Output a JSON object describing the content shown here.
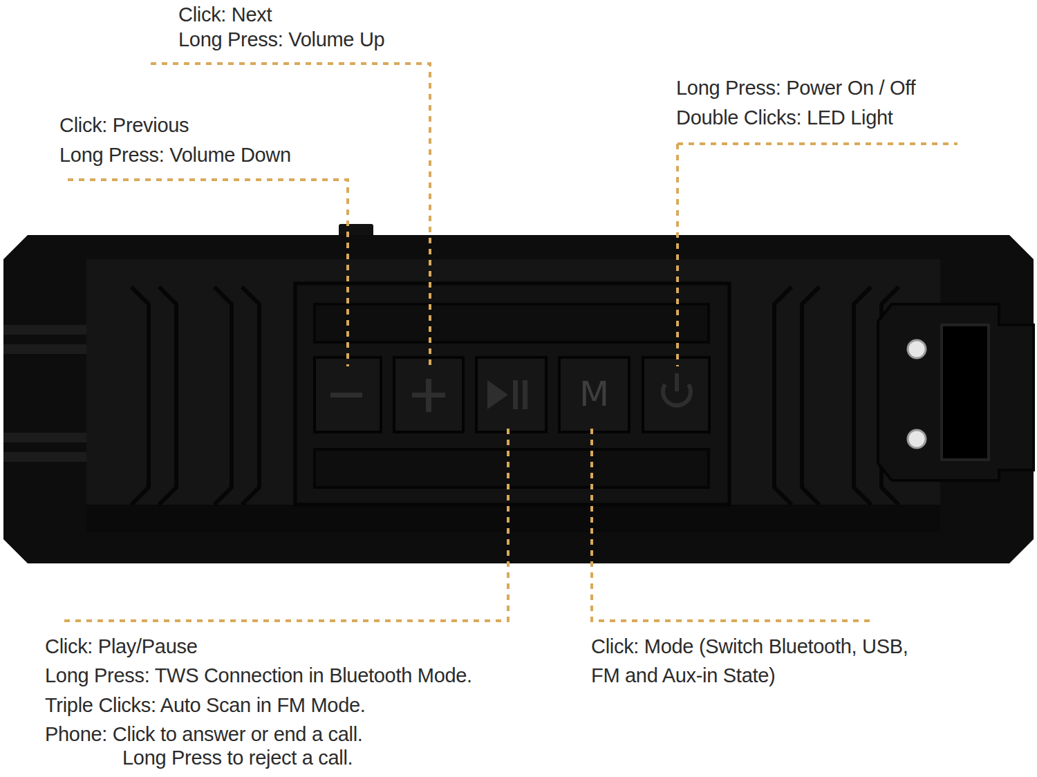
{
  "diagram": {
    "labels": [
      "Click: Next",
      "Long Press: Volume Up",
      "Click: Previous",
      "Long Press: Volume Down",
      "Long Press: Power On / Off",
      "Double Clicks: LED Light",
      "M",
      "Click: Play/Pause",
      "Long Press: TWS Connection in Bluetooth Mode.",
      "Triple Clicks: Auto Scan in FM Mode.",
      "Phone: Click to answer or end a call.",
      "Long Press to reject a call.",
      "Click: Mode (Switch Bluetooth, USB, FM and Aux-in State)"
    ]
  }
}
